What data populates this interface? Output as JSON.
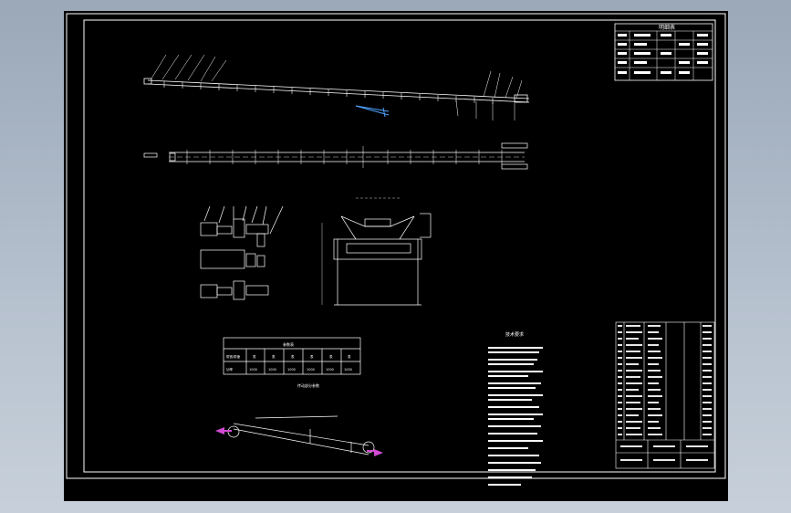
{
  "drawing": {
    "background_color": "#000000",
    "line_color": "#ffffff",
    "accent_colors": {
      "blue_annotation": "#4da3ff",
      "magenta_marker": "#d24bd2"
    },
    "title_block_heading": "明细表",
    "notes_heading": "技术要求",
    "table_caption": "参数表",
    "table_subcaption": "传动部分参数",
    "table_row_labels": [
      "带宽/带速",
      "功率"
    ],
    "table_values": [
      "表",
      "表",
      "表",
      "表",
      "表",
      "表"
    ],
    "table_values_2": [
      "1000",
      "1000",
      "1000",
      "1000",
      "1000",
      "1000"
    ]
  }
}
